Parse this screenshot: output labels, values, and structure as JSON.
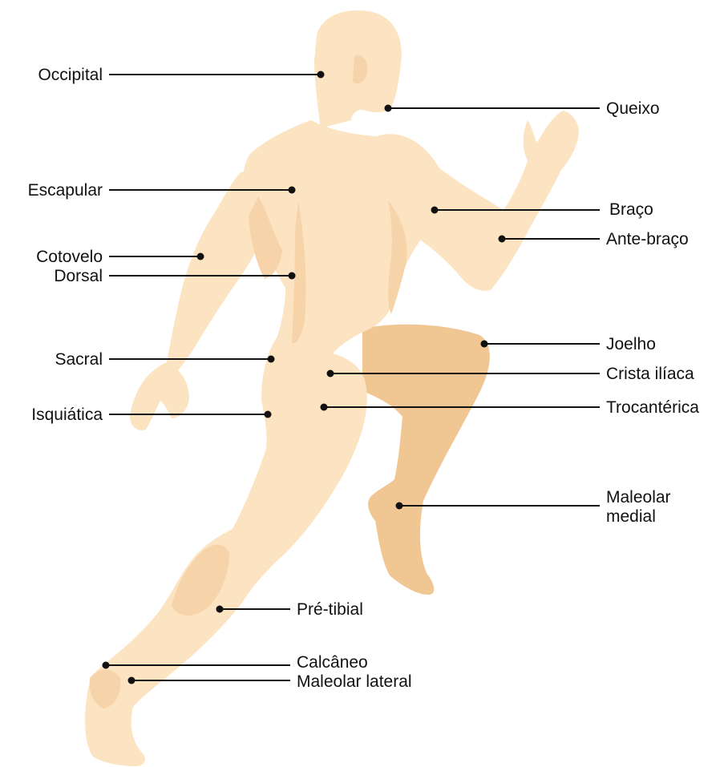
{
  "colors": {
    "skin_light": "#FCE3C1",
    "skin_mid": "#F6D3A8",
    "skin_dark": "#F0C693",
    "line": "#111111"
  },
  "labels": {
    "occipital": "Occipital",
    "queixo": "Queixo",
    "escapular": "Escapular",
    "braco": "Braço",
    "ante_braco": "Ante-braço",
    "cotovelo": "Cotovelo",
    "dorsal": "Dorsal",
    "joelho": "Joelho",
    "sacral": "Sacral",
    "crista_iliaca": "Crista ilíaca",
    "isquiatica": "Isquiática",
    "trocanterica": "Trocantérica",
    "maleolar_medial_1": "Maleolar",
    "maleolar_medial_2": "medial",
    "pre_tibial": "Pré-tibial",
    "calcaneo": "Calcâneo",
    "maleolar_lateral": "Maleolar lateral"
  }
}
